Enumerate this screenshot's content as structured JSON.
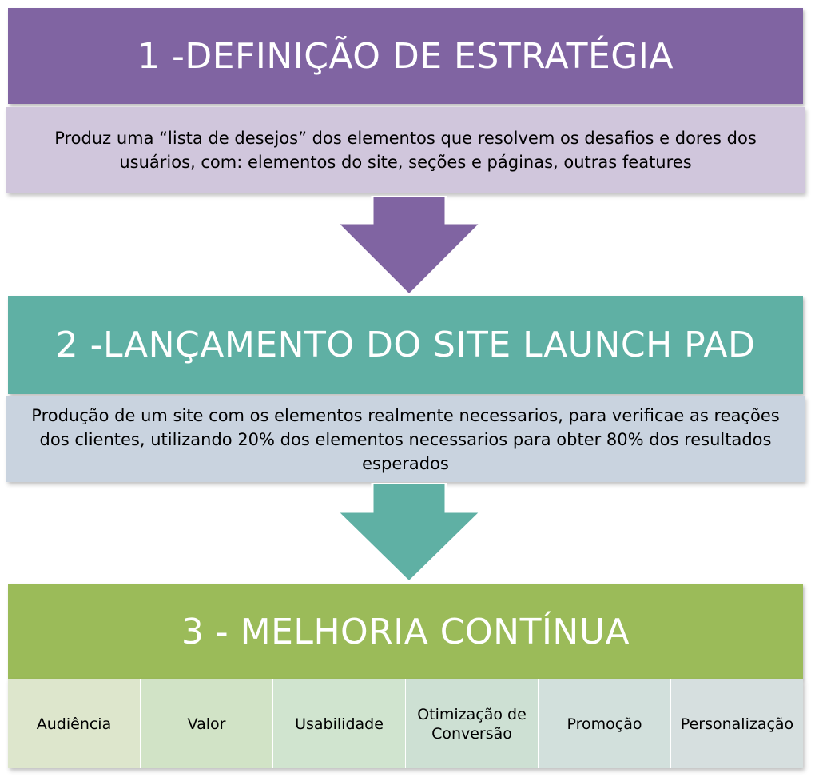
{
  "colors": {
    "stage1_header": "#8064a2",
    "stage1_body": "#d0c6dc",
    "stage2_header": "#5fb0a4",
    "stage2_body": "#c9d3df",
    "stage3_header": "#9bbb59",
    "cells": [
      "#dde6cc",
      "#d1e3c6",
      "#d0e4cf",
      "#cde0d3",
      "#d2e0dc",
      "#d6dfdf"
    ]
  },
  "stages": [
    {
      "title": "1 -DEFINIÇÃO DE ESTRATÉGIA",
      "description": "Produz uma “lista de desejos” dos elementos que resolvem os desafios e dores dos usuários, com: elementos do site, seções e páginas, outras features"
    },
    {
      "title": "2 -LANÇAMENTO DO SITE LAUNCH PAD",
      "description": "Produção de um site com os elementos realmente necessarios, para verificae as reações dos clientes, utilizando 20% dos elementos necessarios para obter 80% dos resultados esperados"
    },
    {
      "title": "3 - MELHORIA CONTÍNUA",
      "items": [
        "Audiência",
        "Valor",
        "Usabilidade",
        "Otimização de Conversão",
        "Promoção",
        "Personalização"
      ]
    }
  ]
}
